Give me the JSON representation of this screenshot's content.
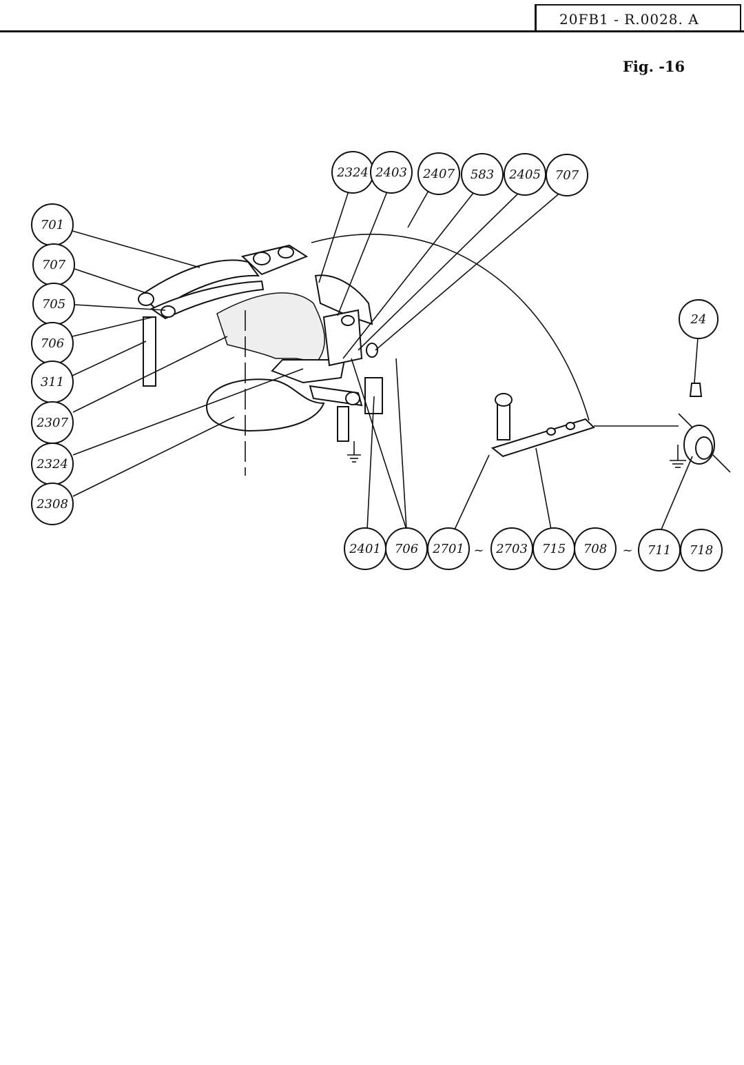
{
  "header": {
    "doc_code": "20FB1 - R.0028. A",
    "figure_label": "Fig. -16"
  },
  "callouts": {
    "top_row": [
      "2324",
      "2403",
      "2407",
      "583",
      "2405",
      "707"
    ],
    "left_column": [
      "701",
      "707",
      "705",
      "706",
      "311",
      "2307",
      "2324",
      "2308"
    ],
    "right_single": "24",
    "bottom_row": [
      "2401",
      "706",
      "2701",
      "2703",
      "715",
      "708",
      "711",
      "718"
    ],
    "range_separator": "~"
  }
}
